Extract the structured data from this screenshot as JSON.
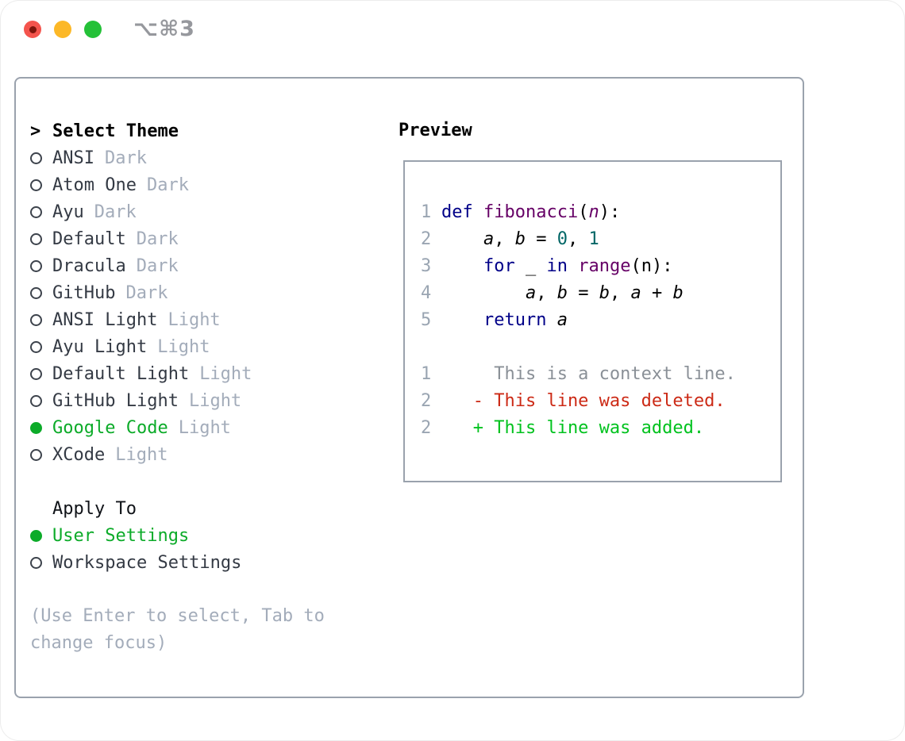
{
  "titlebar": {
    "title": "⌥⌘3"
  },
  "colors": {
    "kw": "#000088",
    "title": "#660066",
    "numlit": "#006666",
    "param": "#660066",
    "selected-green": "#0cab29",
    "added-green": "#00c21e",
    "deleted-red": "#cc2a16",
    "context-gray": "#8a9097",
    "linenum": "#9aa5b2",
    "list-name": "#343a44",
    "muted": "#a3acba",
    "border": "#9aa2ad"
  },
  "theme_list": {
    "prompt": ">",
    "header": "Select Theme",
    "items": [
      {
        "name": "ANSI",
        "variant": "Dark",
        "selected": false
      },
      {
        "name": "Atom One",
        "variant": "Dark",
        "selected": false
      },
      {
        "name": "Ayu",
        "variant": "Dark",
        "selected": false
      },
      {
        "name": "Default",
        "variant": "Dark",
        "selected": false
      },
      {
        "name": "Dracula",
        "variant": "Dark",
        "selected": false
      },
      {
        "name": "GitHub",
        "variant": "Dark",
        "selected": false
      },
      {
        "name": "ANSI Light",
        "variant": "Light",
        "selected": false
      },
      {
        "name": "Ayu Light",
        "variant": "Light",
        "selected": false
      },
      {
        "name": "Default Light",
        "variant": "Light",
        "selected": false
      },
      {
        "name": "GitHub Light",
        "variant": "Light",
        "selected": false
      },
      {
        "name": "Google Code",
        "variant": "Light",
        "selected": true
      },
      {
        "name": "XCode",
        "variant": "Light",
        "selected": false
      }
    ]
  },
  "apply_to": {
    "header": "Apply To",
    "items": [
      {
        "name": "User Settings",
        "selected": true
      },
      {
        "name": "Workspace Settings",
        "selected": false
      }
    ]
  },
  "help_text": "(Use Enter to select, Tab to change focus)",
  "preview": {
    "header": "Preview",
    "lines": [
      {
        "num": "1",
        "type": "code",
        "segments": [
          [
            "def ",
            "kw"
          ],
          [
            "fibonacci",
            "title"
          ],
          [
            "(",
            "plain"
          ],
          [
            "n",
            "param"
          ],
          [
            "):",
            "plain"
          ]
        ]
      },
      {
        "num": "2",
        "type": "code",
        "segments": [
          [
            "    ",
            "plain"
          ],
          [
            "a",
            "var"
          ],
          [
            ", ",
            "plain"
          ],
          [
            "b",
            "var"
          ],
          [
            " = ",
            "plain"
          ],
          [
            "0",
            "num"
          ],
          [
            ", ",
            "plain"
          ],
          [
            "1",
            "num"
          ]
        ]
      },
      {
        "num": "3",
        "type": "code",
        "segments": [
          [
            "    ",
            "plain"
          ],
          [
            "for",
            "kw"
          ],
          [
            " _ ",
            "plain"
          ],
          [
            "in",
            "kw"
          ],
          [
            " ",
            "plain"
          ],
          [
            "range",
            "title"
          ],
          [
            "(n):",
            "plain"
          ]
        ]
      },
      {
        "num": "4",
        "type": "code",
        "segments": [
          [
            "        ",
            "plain"
          ],
          [
            "a",
            "var"
          ],
          [
            ", ",
            "plain"
          ],
          [
            "b",
            "var"
          ],
          [
            " = ",
            "plain"
          ],
          [
            "b",
            "var"
          ],
          [
            ", ",
            "plain"
          ],
          [
            "a",
            "var"
          ],
          [
            " + ",
            "plain"
          ],
          [
            "b",
            "var"
          ]
        ]
      },
      {
        "num": "5",
        "type": "code",
        "segments": [
          [
            "    ",
            "plain"
          ],
          [
            "return",
            "kw"
          ],
          [
            " ",
            "plain"
          ],
          [
            "a",
            "var"
          ]
        ]
      },
      {
        "num": "",
        "type": "blank"
      },
      {
        "num": "1",
        "type": "context",
        "text": "     This is a context line."
      },
      {
        "num": "2",
        "type": "deleted",
        "text": "   - This line was deleted."
      },
      {
        "num": "2",
        "type": "added",
        "text": "   + This line was added."
      }
    ]
  }
}
